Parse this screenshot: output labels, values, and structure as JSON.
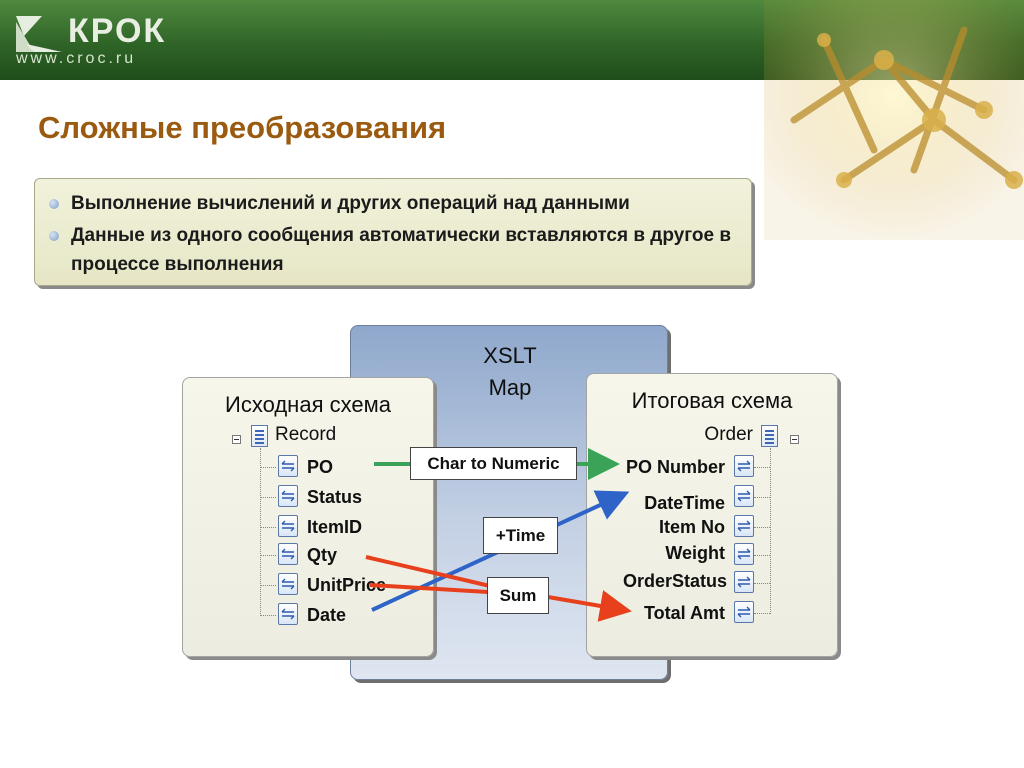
{
  "header": {
    "logo_name": "КРОК",
    "logo_url": "www.croc.ru"
  },
  "slide": {
    "title": "Сложные преобразования",
    "bullets": [
      "Выполнение вычислений и других операций над данными",
      "Данные из одного сообщения автоматически вставляются в другое в процессе выполнения"
    ]
  },
  "diagram": {
    "xslt_label_line1": "XSLT",
    "xslt_label_line2": "Map",
    "source": {
      "title": "Исходная схема",
      "root": "Record",
      "fields": [
        "PO",
        "Status",
        "ItemID",
        "Qty",
        "UnitPrice",
        "Date"
      ]
    },
    "target": {
      "title": "Итоговая схема",
      "root": "Order",
      "fields": [
        "PO Number",
        "DateTime",
        "Item No",
        "Weight",
        "OrderStatus",
        "Total Amt"
      ]
    },
    "functoids": {
      "char_to_numeric": "Char to Numeric",
      "time": "+Time",
      "sum": "Sum"
    },
    "colors": {
      "green_link": "#3aa357",
      "blue_link": "#2e63c7",
      "red_link": "#e8401c",
      "title": "#9a5a10"
    }
  }
}
